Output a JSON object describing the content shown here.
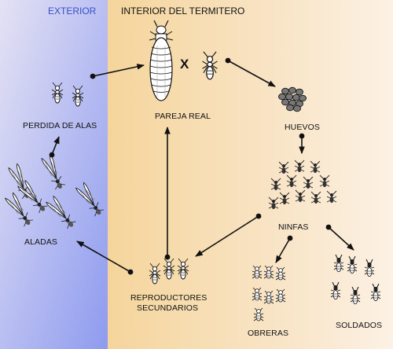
{
  "regions": {
    "exterior": "EXTERIOR",
    "interior": "INTERIOR DEL TERMITERO"
  },
  "colors": {
    "exterior_top": "#e2e2f6",
    "exterior_bottom": "#8f9cf0",
    "interior_left": "#f6d9a2",
    "interior_right": "#fbefe0",
    "exterior_header": "#3a4fc8",
    "interior_header": "#111111"
  },
  "nodes": {
    "pareja_real": "PAREJA REAL",
    "cross_symbol": "X",
    "huevos": "HUEVOS",
    "ninfas": "NINFAS",
    "obreras": "OBRERAS",
    "soldados": "SOLDADOS",
    "reproductores_line1": "REPRODUCTORES",
    "reproductores_line2": "SECUNDARIOS",
    "aladas": "ALADAS",
    "perdida_de_alas": "PERDIDA DE ALAS"
  },
  "edges": [
    {
      "from": "perdida_de_alas",
      "to": "pareja_real"
    },
    {
      "from": "pareja_real",
      "to": "huevos"
    },
    {
      "from": "huevos",
      "to": "ninfas"
    },
    {
      "from": "ninfas",
      "to": "obreras"
    },
    {
      "from": "ninfas",
      "to": "soldados"
    },
    {
      "from": "ninfas",
      "to": "reproductores_secundarios"
    },
    {
      "from": "reproductores_secundarios",
      "to": "pareja_real"
    },
    {
      "from": "reproductores_secundarios",
      "to": "aladas"
    },
    {
      "from": "aladas",
      "to": "perdida_de_alas"
    }
  ],
  "icons": {
    "queen": "termite-queen-icon",
    "king": "termite-king-icon",
    "egg": "egg-cluster-icon",
    "nymph": "nymph-icon",
    "winged": "winged-termite-icon",
    "worker": "worker-termite-icon",
    "soldier": "soldier-termite-icon"
  }
}
